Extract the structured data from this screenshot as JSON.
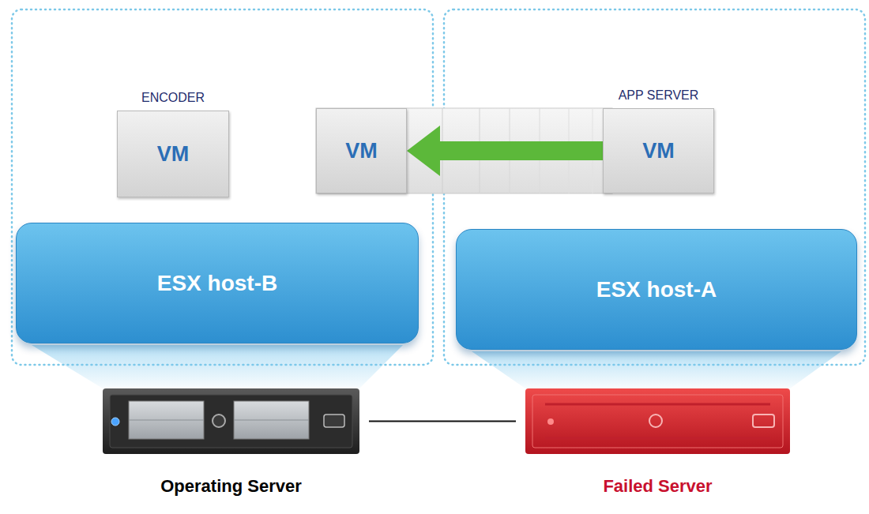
{
  "diagram": {
    "nodes": [
      {
        "text": [
          "ENCODER",
          "VM"
        ]
      },
      {
        "text": [
          "VM"
        ]
      },
      {
        "text": [
          "APP SERVER",
          "VM"
        ]
      },
      {
        "text": [
          "ESX host-B"
        ]
      },
      {
        "text": [
          "ESX host-A"
        ]
      },
      {
        "text": [
          "Operating Server"
        ]
      },
      {
        "text": [
          "Failed Server"
        ]
      }
    ],
    "edges": [
      {
        "from": 2,
        "to": 1,
        "arrow": "to"
      },
      {
        "from": 5,
        "to": 6,
        "arrow": "none"
      }
    ]
  }
}
